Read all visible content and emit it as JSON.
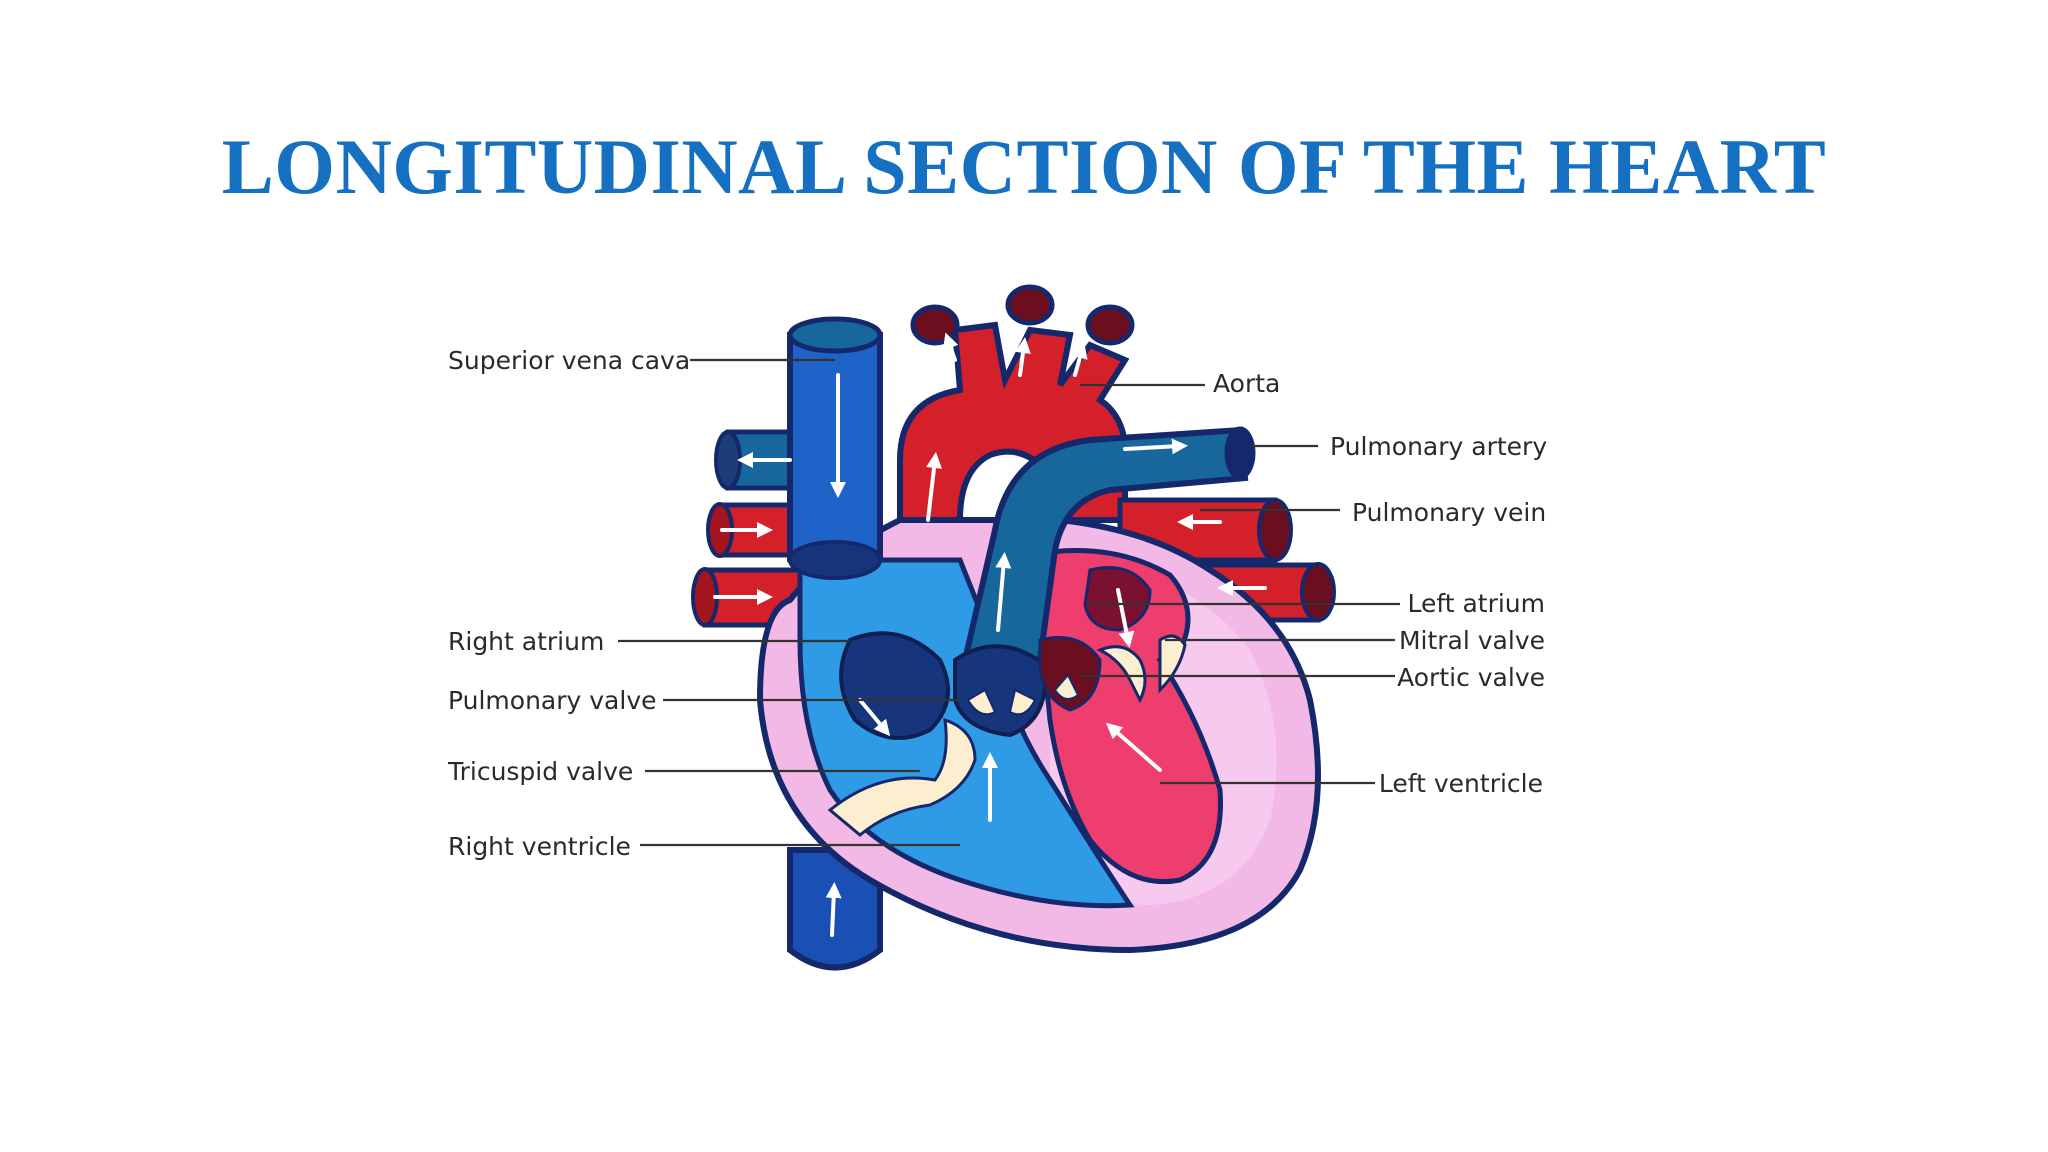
{
  "title": "LONGITUDINAL SECTION OF THE HEART",
  "labels": {
    "superior_vena_cava": "Superior vena cava",
    "aorta": "Aorta",
    "pulmonary_artery": "Pulmonary artery",
    "pulmonary_vein": "Pulmonary vein",
    "left_atrium": "Left atrium",
    "mitral_valve": "Mitral valve",
    "aortic_valve": "Aortic valve",
    "left_ventricle": "Left ventricle",
    "right_atrium": "Right atrium",
    "pulmonary_valve": "Pulmonary valve",
    "tricuspid_valve": "Tricuspid valve",
    "right_ventricle": "Right ventricle"
  },
  "colors": {
    "title": "#1670c2",
    "oxygenated": "#d3202a",
    "deoxygenated": "#1f63c9",
    "vessel_dark": "#15286b",
    "left_chambers": "#ee3e6e",
    "right_chambers": "#2f9ae6",
    "pericardium": "#f2b8e6",
    "valve": "#fbefcf"
  }
}
